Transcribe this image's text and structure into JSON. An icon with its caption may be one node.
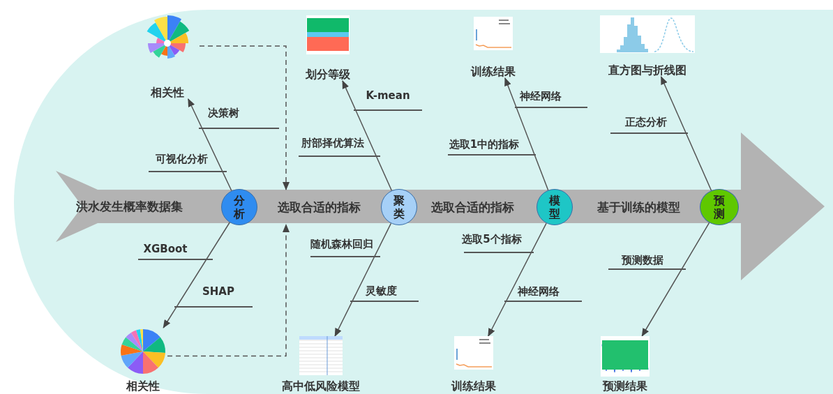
{
  "diagram": {
    "nodes": [
      {
        "text": [
          "相关性"
        ]
      },
      {
        "text": [
          "划分等级"
        ]
      },
      {
        "text": [
          "训练结果"
        ]
      },
      {
        "text": [
          "直方图与折线图"
        ]
      },
      {
        "text": [
          "洪水发生概率数据集"
        ]
      },
      {
        "text": [
          "分析"
        ]
      },
      {
        "text": [
          "选取合适的指标"
        ]
      },
      {
        "text": [
          "聚类"
        ]
      },
      {
        "text": [
          "选取合适的指标"
        ]
      },
      {
        "text": [
          "模型"
        ]
      },
      {
        "text": [
          "基于训练的模型"
        ]
      },
      {
        "text": [
          "预测"
        ]
      },
      {
        "text": [
          "相关性"
        ]
      },
      {
        "text": [
          "高中低风险模型"
        ]
      },
      {
        "text": [
          "训练结果"
        ]
      },
      {
        "text": [
          "预测结果"
        ]
      }
    ],
    "edges": [
      {
        "from": 5,
        "to": 0,
        "arrow": "to"
      },
      {
        "from": 7,
        "to": 1,
        "arrow": "to"
      },
      {
        "from": 9,
        "to": 2,
        "arrow": "to"
      },
      {
        "from": 11,
        "to": 3,
        "arrow": "to"
      },
      {
        "from": 5,
        "to": 12,
        "arrow": "to"
      },
      {
        "from": 7,
        "to": 13,
        "arrow": "to"
      },
      {
        "from": 9,
        "to": 14,
        "arrow": "to"
      },
      {
        "from": 11,
        "to": 15,
        "arrow": "to"
      },
      {
        "from": 0,
        "to": 6,
        "arrow": "to",
        "style": "dashed"
      },
      {
        "from": 12,
        "to": 6,
        "arrow": "to",
        "style": "dashed"
      }
    ],
    "labels": [
      "K-mean",
      "神经网络",
      "决策树",
      "正态分析",
      "肘部择优算法",
      "选取1中的指标",
      "可视化分析",
      "选取5个指标",
      "随机森林回归",
      "XGBoot",
      "预测数据",
      "SHAP",
      "灵敏度",
      "神经网络"
    ]
  }
}
